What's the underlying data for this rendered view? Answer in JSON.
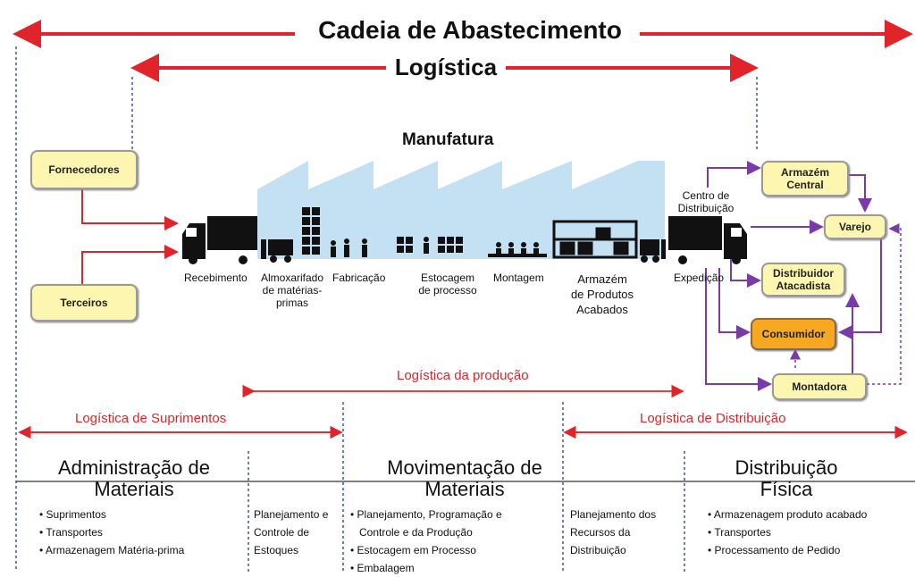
{
  "title": "Cadeia de Abastecimento",
  "logistics": "Logística",
  "manufacturing": "Manufatura",
  "sources": {
    "suppliers": "Fornecedores",
    "third_parties": "Terceiros"
  },
  "process_steps": {
    "receiving": "Recebimento",
    "warehouse_raw": "Almoxarifado de matérias-primas",
    "fabrication": "Fabricação",
    "wip_storage": "Estocagem de processo",
    "assembly": "Montagem",
    "finished_goods": "Armazém de Produtos Acabados",
    "dc": "Centro de Distribuição",
    "shipping": "Expedição"
  },
  "destinations": {
    "central_wh": "Armazém Central",
    "retail": "Varejo",
    "wholesale": "Distribuidor Atacadista",
    "consumer": "Consumidor",
    "assembler": "Montadora"
  },
  "segments": {
    "production": "Logística da produção",
    "supply": "Logística de Suprimentos",
    "distribution": "Logística de Distribuição"
  },
  "columns": {
    "materials_admin": {
      "title": "Administração de Materiais",
      "items": [
        "• Suprimentos",
        "• Transportes",
        "• Armazenagem Matéria-prima"
      ]
    },
    "planning_stock": "Planejamento e Controle de Estoques",
    "materials_handling": {
      "title": "Movimentação de Materiais",
      "items": [
        "• Planejamento, Programação e",
        "Controle e da Produção",
        "• Estocagem em Processo",
        "• Embalagem"
      ]
    },
    "planning_dist": "Planejamento dos Recursos da Distribuição",
    "physical_dist": {
      "title": "Distribuição Física",
      "items": [
        "• Armazenagem produto acabado",
        "• Transportes",
        "• Processamento de Pedido"
      ]
    }
  },
  "colors": {
    "red": "#e0242a",
    "purple": "#7a3aa8",
    "sky": "#c4e0f3",
    "box": "#fdf6b0",
    "consumer": "#f7a821"
  }
}
